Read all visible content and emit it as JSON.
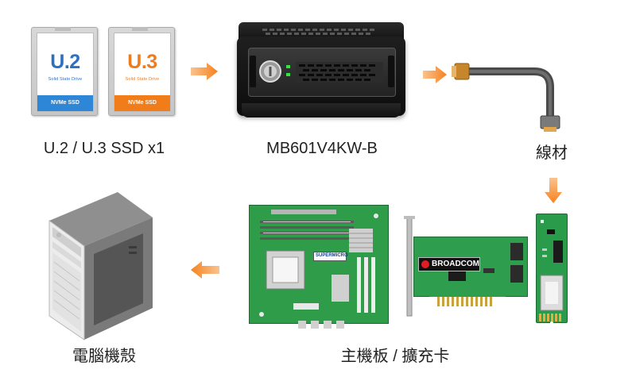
{
  "ssd_u2": {
    "label": "U.2",
    "subtitle": "Solid State Drive",
    "band": "NVMe SSD"
  },
  "ssd_u3": {
    "label": "U.3",
    "subtitle": "Solid State Drive",
    "band": "NVMe SSD"
  },
  "captions": {
    "ssd": "U.2 / U.3 SSD x1",
    "enclosure": "MB601V4KW-B",
    "cable": "線材",
    "motherboard": "主機板 / 擴充卡",
    "pc": "電腦機殼"
  },
  "broadcom_label": "BROADCOM",
  "supermicro_label": "SUPERMICRO",
  "colors": {
    "arrow": "#f58220",
    "u2_blue": "#2d86d6",
    "u3_orange": "#f07d1a",
    "pcb_green": "#2f9c4a"
  },
  "icons": [
    "arrow-right-icon",
    "arrow-down-icon",
    "arrow-left-icon",
    "pc-tower-icon",
    "cable-icon",
    "enclosure-icon"
  ]
}
